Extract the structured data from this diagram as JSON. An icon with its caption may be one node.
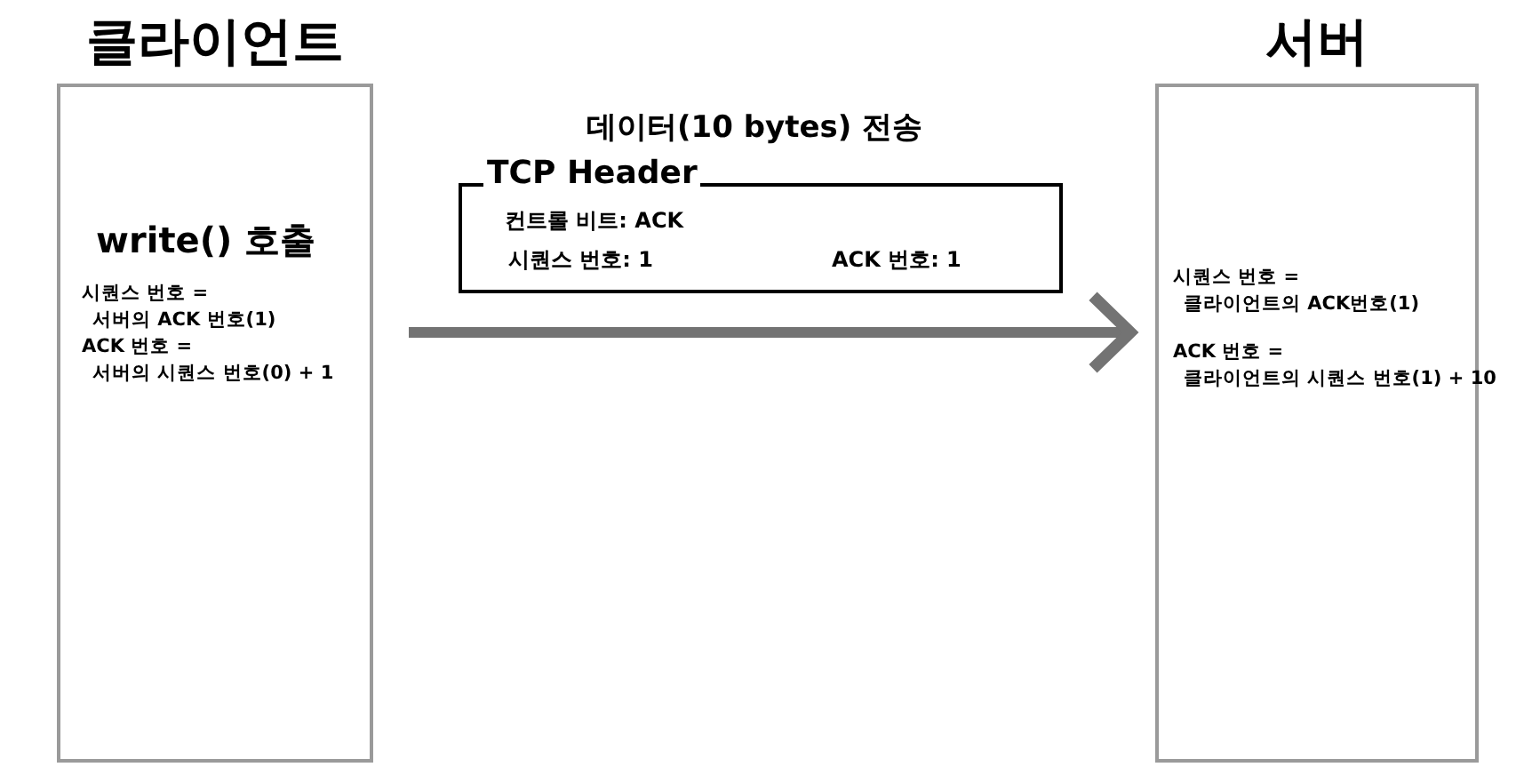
{
  "diagram": {
    "nodes": [
      {
        "text": [
          "클라이언트",
          "write() 호출",
          "시퀀스 번호 =",
          "서버의 ACK 번호(1)",
          "ACK 번호 =",
          "서버의 시퀀스 번호(0) + 1"
        ]
      },
      {
        "text": [
          "TCP Header",
          "컨트롤 비트: ACK",
          "시퀀스 번호: 1",
          "ACK 번호: 1"
        ]
      },
      {
        "text": [
          "서버",
          "시퀀스 번호 =",
          "클라이언트의 ACK번호(1)",
          "ACK 번호 =",
          "클라이언트의 시퀀스 번호(1) + 10"
        ]
      }
    ],
    "edges": [
      {
        "from": 0,
        "to": 2,
        "arrow": "to"
      }
    ],
    "labels": [
      "데이터(10 bytes) 전송"
    ]
  }
}
